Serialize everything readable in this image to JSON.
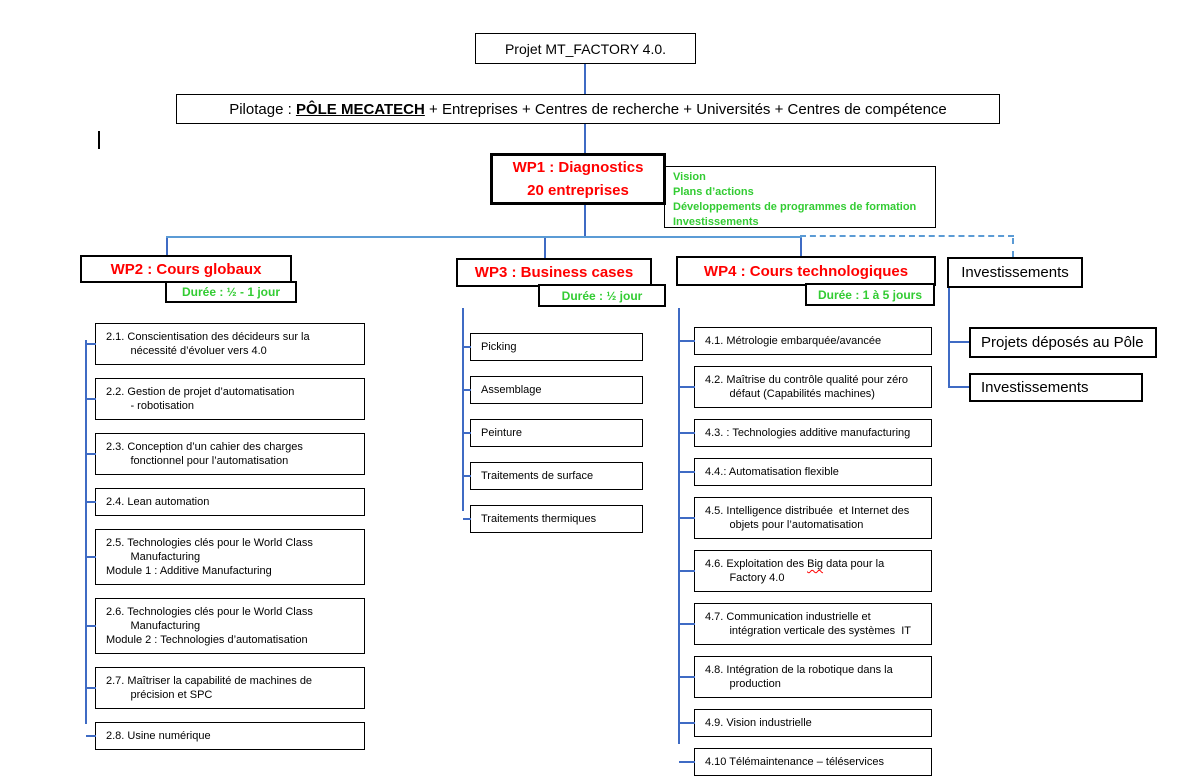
{
  "colors": {
    "red": "#ff0000",
    "green": "#33cc33",
    "connector_blue": "#3f6bc4",
    "connector_light_blue": "#5b9bd5"
  },
  "title_box": {
    "label": "Projet MT_FACTORY 4.0."
  },
  "pilotage_box": {
    "prefix": "Pilotage : ",
    "highlight": "PÔLE MECATECH",
    "suffix": " + Entreprises + Centres de recherche + Universités + Centres de compétence"
  },
  "wp1": {
    "title_line1": "WP1 : Diagnostics",
    "title_line2": "20 entreprises",
    "notes": [
      "Vision",
      "Plans d’actions",
      "Développements de  programmes de formation",
      "Investissements"
    ]
  },
  "wp2": {
    "title": "WP2 : Cours globaux",
    "duration": "Durée : ½ - 1 jour",
    "items": [
      {
        "text": "2.1. Conscientisation des décideurs sur la\n        nécessité d’évoluer vers 4.0"
      },
      {
        "text": "2.2. Gestion de projet d’automatisation\n        - robotisation"
      },
      {
        "text": "2.3. Conception d’un cahier des charges\n        fonctionnel pour l’automatisation"
      },
      {
        "text": "2.4. Lean automation"
      },
      {
        "text": "2.5. Technologies clés pour le World Class\n        Manufacturing\nModule 1 : Additive Manufacturing"
      },
      {
        "text": "2.6. Technologies clés pour le World Class\n        Manufacturing\nModule 2 : Technologies d’automatisation"
      },
      {
        "text": "2.7. Maîtriser la capabilité de machines de\n        précision et SPC"
      },
      {
        "text": "2.8. Usine numérique"
      }
    ]
  },
  "wp3": {
    "title": "WP3 : Business cases",
    "duration": "Durée : ½  jour",
    "items": [
      {
        "text": "Picking"
      },
      {
        "text": "Assemblage"
      },
      {
        "text": "Peinture"
      },
      {
        "text": "Traitements de surface"
      },
      {
        "text": "Traitements thermiques"
      }
    ]
  },
  "wp4": {
    "title": "WP4 : Cours technologiques",
    "duration": "Durée : 1 à 5 jours",
    "items": [
      {
        "text": "4.1. Métrologie embarquée/avancée"
      },
      {
        "text": "4.2. Maîtrise du contrôle qualité pour zéro\n        défaut (Capabilités machines)"
      },
      {
        "text": "4.3. : Technologies additive manufacturing"
      },
      {
        "text": "4.4.: Automatisation flexible"
      },
      {
        "text": "4.5. Intelligence distribuée  et Internet des\n        objets pour l’automatisation"
      },
      {
        "text": "4.6. Exploitation des Big data pour la\n        Factory 4.0",
        "wavy": "Big"
      },
      {
        "text": "4.7. Communication industrielle et\n        intégration verticale des systèmes  IT"
      },
      {
        "text": "4.8. Intégration de la robotique dans la\n        production"
      },
      {
        "text": "4.9. Vision industrielle"
      },
      {
        "text": "4.10 Télémaintenance – téléservices"
      }
    ]
  },
  "investments": {
    "title": "Investissements",
    "items": [
      {
        "text": "Projets déposés au Pôle"
      },
      {
        "text": "Investissements"
      }
    ]
  }
}
